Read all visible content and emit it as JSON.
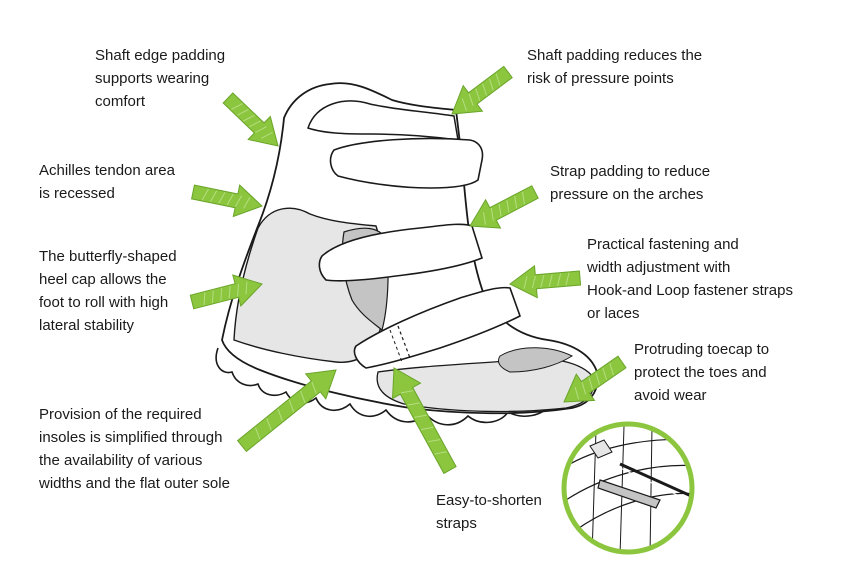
{
  "labels": {
    "shaft_edge": [
      "Shaft edge padding",
      "supports wearing",
      "comfort"
    ],
    "shaft_padding": [
      "Shaft padding reduces the",
      "risk of pressure points"
    ],
    "achilles": [
      "Achilles tendon area",
      "is recessed"
    ],
    "strap_padding": [
      "Strap padding to reduce",
      "pressure on the arches"
    ],
    "butterfly": [
      "The butterfly-shaped",
      "heel cap allows the",
      "foot to roll with high",
      "lateral stability"
    ],
    "fastening": [
      "Practical fastening and",
      "width adjustment with",
      "Hook-and Loop fastener straps",
      "or laces"
    ],
    "toecap": [
      "Protruding toecap to",
      "protect the toes and",
      "avoid wear"
    ],
    "insoles": [
      "Provision of the required",
      "insoles is simplified through",
      "the availability of various",
      "widths and the flat outer sole"
    ],
    "straps": [
      "Easy-to-shorten",
      "straps"
    ]
  },
  "colors": {
    "arrow_fill": "#8cc63f",
    "arrow_stroke": "#6aa52a",
    "shade_light": "#e6e6e6",
    "shade_dark": "#c4c4c4",
    "outline": "#1a1a1a",
    "text": "#1a1a1a"
  }
}
